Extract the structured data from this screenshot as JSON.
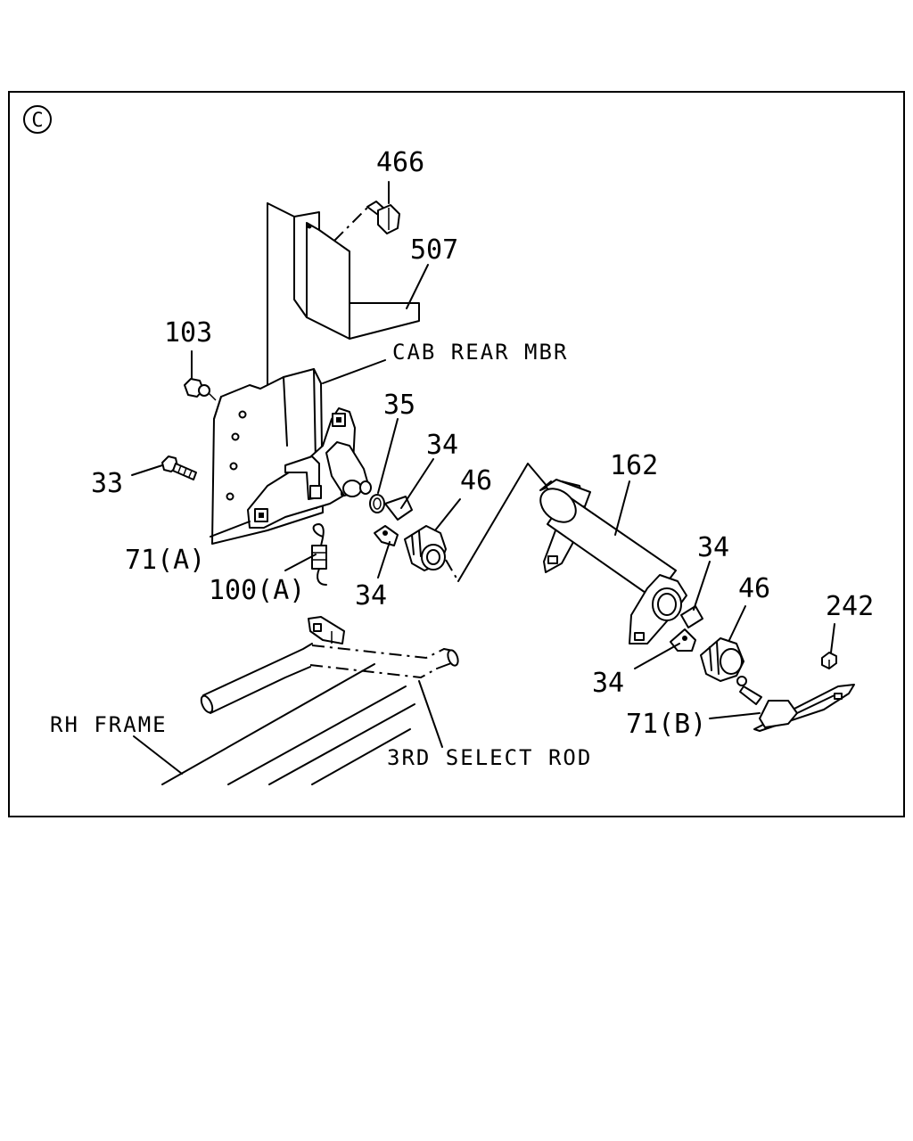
{
  "diagram": {
    "section_marker": "C",
    "labels": {
      "p466": "466",
      "p507": "507",
      "p103": "103",
      "cab_rear_mbr": "CAB REAR MBR",
      "p35": "35",
      "p34_top": "34",
      "p46_left": "46",
      "p162": "162",
      "p33": "33",
      "p71a": "71(A)",
      "p100a": "100(A)",
      "p34_left": "34",
      "p34_right_top": "34",
      "p46_right": "46",
      "p242": "242",
      "p34_right_bottom": "34",
      "p71b": "71(B)",
      "rh_frame": "RH FRAME",
      "select_rod": "3RD SELECT ROD"
    }
  }
}
